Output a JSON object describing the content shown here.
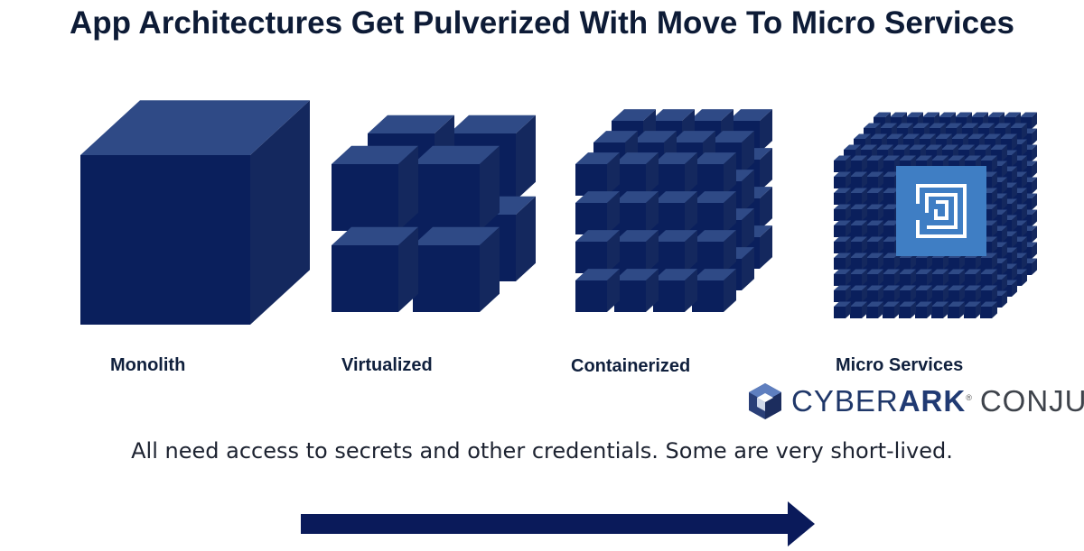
{
  "title": "App Architectures Get Pulverized With Move To Micro Services",
  "stages": [
    {
      "label": "Monolith"
    },
    {
      "label": "Virtualized"
    },
    {
      "label": "Containerized"
    },
    {
      "label": "Micro Services"
    }
  ],
  "logo": {
    "cyber": "CYBER",
    "ark": "ARK",
    "reg": "®",
    "product": "CONJUR"
  },
  "tagline": "All need access to secrets and other credentials. Some are very short-lived.",
  "colors": {
    "cube_front": "#0a1f5c",
    "cube_top": "#2f4a86",
    "cube_side": "#14285e",
    "vault_bg": "#3f7ec4",
    "arrow": "#0a1a5a"
  }
}
